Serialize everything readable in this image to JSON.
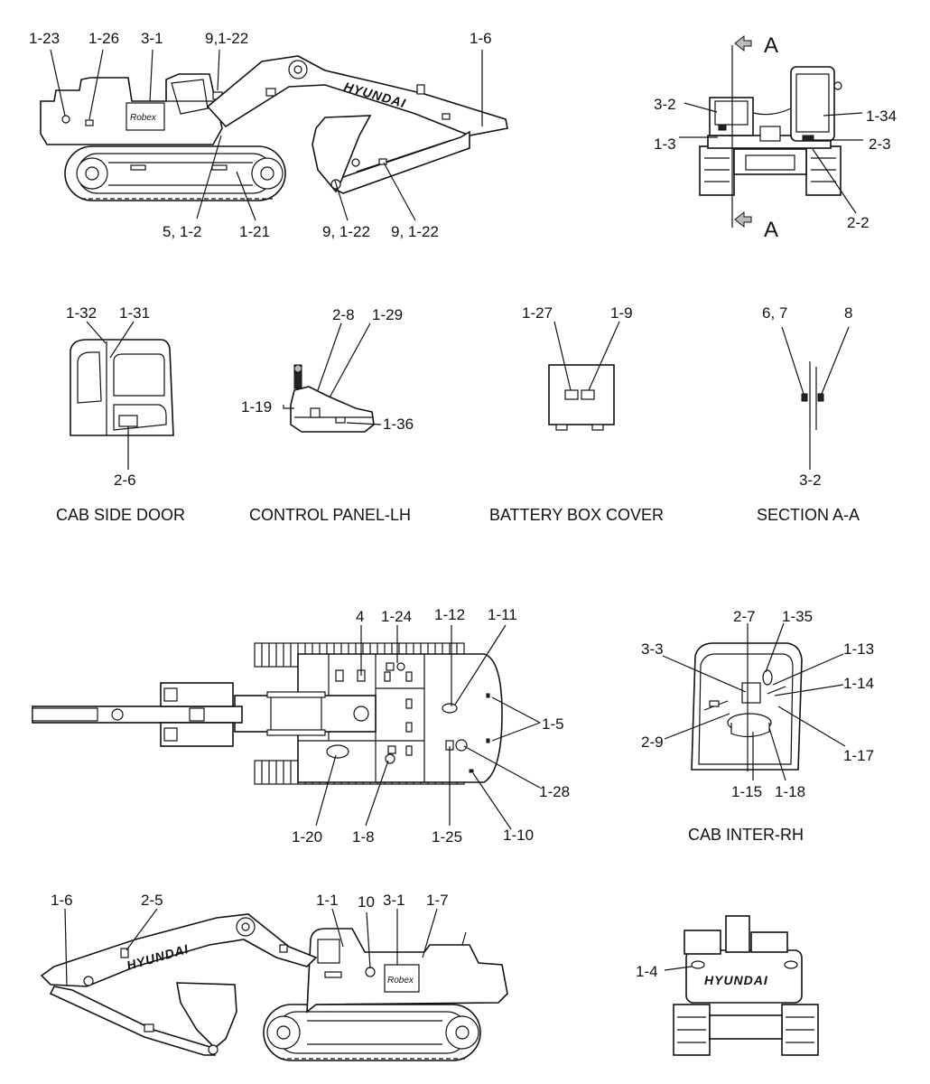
{
  "brand": "HYUNDAI",
  "views": {
    "side_lh": {
      "callouts": [
        "1-23",
        "1-26",
        "3-1",
        "9,1-22",
        "1-6",
        "5, 1-2",
        "1-21",
        "9, 1-22",
        "9, 1-22"
      ]
    },
    "front": {
      "section_marker": "A",
      "callouts": [
        "3-2",
        "1-3",
        "1-34",
        "2-3",
        "2-2"
      ]
    },
    "cab_side_door": {
      "caption": "CAB SIDE DOOR",
      "callouts": [
        "1-32",
        "1-31",
        "2-6"
      ]
    },
    "control_panel_lh": {
      "caption": "CONTROL PANEL-LH",
      "callouts": [
        "2-8",
        "1-29",
        "1-19",
        "1-36"
      ]
    },
    "battery_box_cover": {
      "caption": "BATTERY BOX COVER",
      "callouts": [
        "1-27",
        "1-9"
      ]
    },
    "section_a_a": {
      "caption": "SECTION A-A",
      "callouts": [
        "6, 7",
        "8",
        "3-2"
      ]
    },
    "top_view": {
      "callouts": [
        "4",
        "1-24",
        "1-12",
        "1-11",
        "1-5",
        "1-28",
        "1-20",
        "1-8",
        "1-25",
        "1-10"
      ]
    },
    "cab_inter_rh": {
      "caption": "CAB INTER-RH",
      "callouts": [
        "2-7",
        "1-35",
        "3-3",
        "1-13",
        "1-14",
        "2-9",
        "1-17",
        "1-15",
        "1-18"
      ]
    },
    "side_rh": {
      "callouts": [
        "1-6",
        "2-5",
        "1-1",
        "10",
        "3-1",
        "1-7"
      ]
    },
    "rear": {
      "callouts": [
        "1-4"
      ]
    }
  }
}
